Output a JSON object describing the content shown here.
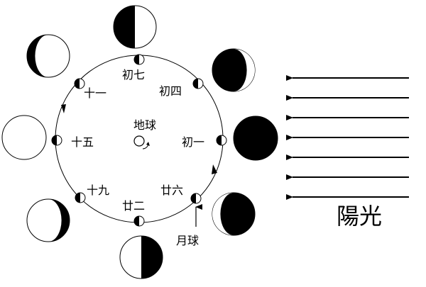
{
  "earth_label": "地球",
  "moon_label": "月球",
  "sunlight_label": "陽光",
  "orbit_labels": {
    "d1": "初一",
    "d4": "初四",
    "d7": "初七",
    "d11": "十一",
    "d15": "十五",
    "d19": "十九",
    "d22": "廿二",
    "d26": "廿六"
  },
  "colors": {
    "ink": "#000000",
    "paper": "#ffffff"
  }
}
